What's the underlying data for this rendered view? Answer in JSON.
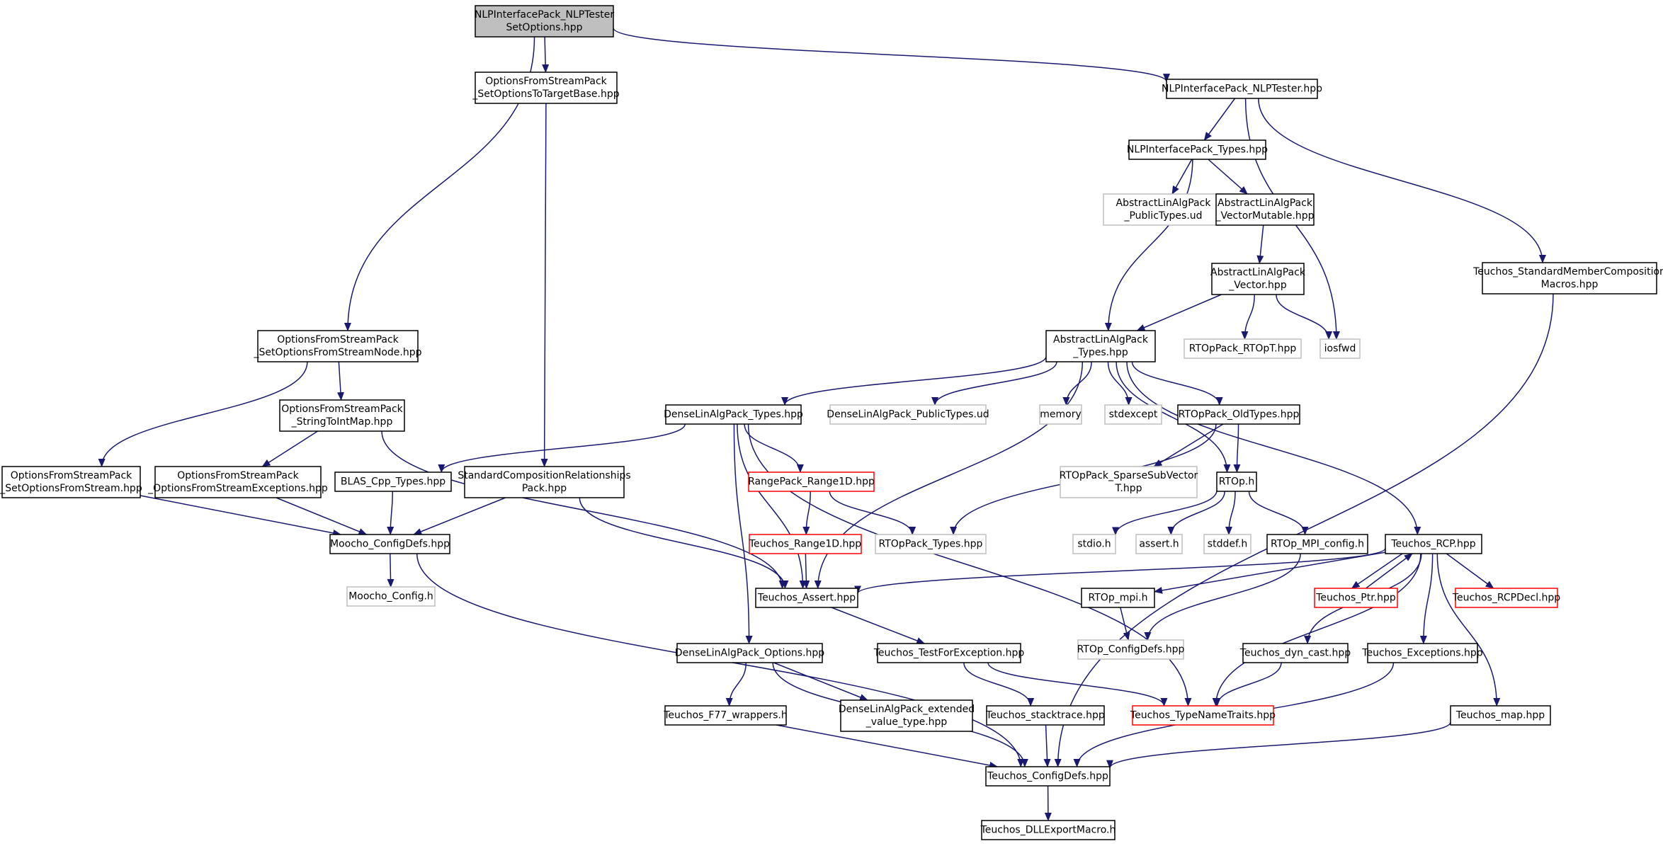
{
  "diagram": {
    "nodes": [
      {
        "id": "root",
        "lines": [
          "NLPInterfacePack_NLPTester",
          "SetOptions.hpp"
        ],
        "style": "root"
      },
      {
        "id": "ofsp_target",
        "lines": [
          "OptionsFromStreamPack",
          "_SetOptionsToTargetBase.hpp"
        ],
        "style": "normal"
      },
      {
        "id": "nlptester",
        "lines": [
          "NLPInterfacePack_NLPTester.hpp"
        ],
        "style": "normal"
      },
      {
        "id": "nlp_types",
        "lines": [
          "NLPInterfacePack_Types.hpp"
        ],
        "style": "normal"
      },
      {
        "id": "ala_public_ud",
        "lines": [
          "AbstractLinAlgPack",
          "_PublicTypes.ud"
        ],
        "style": "missing"
      },
      {
        "id": "ala_vecmut",
        "lines": [
          "AbstractLinAlgPack",
          "_VectorMutable.hpp"
        ],
        "style": "normal"
      },
      {
        "id": "ala_vector",
        "lines": [
          "AbstractLinAlgPack",
          "_Vector.hpp"
        ],
        "style": "normal"
      },
      {
        "id": "teuchos_smc",
        "lines": [
          "Teuchos_StandardMemberComposition",
          "Macros.hpp"
        ],
        "style": "normal"
      },
      {
        "id": "ofsp_node",
        "lines": [
          "OptionsFromStreamPack",
          "_SetOptionsFromStreamNode.hpp"
        ],
        "style": "normal"
      },
      {
        "id": "ala_types",
        "lines": [
          "AbstractLinAlgPack",
          "_Types.hpp"
        ],
        "style": "normal"
      },
      {
        "id": "rtop_rtopt",
        "lines": [
          "RTOpPack_RTOpT.hpp"
        ],
        "style": "missing"
      },
      {
        "id": "iosfwd",
        "lines": [
          "iosfwd"
        ],
        "style": "missing"
      },
      {
        "id": "ofsp_s2i",
        "lines": [
          "OptionsFromStreamPack",
          "_StringToIntMap.hpp"
        ],
        "style": "normal"
      },
      {
        "id": "dla_types",
        "lines": [
          "DenseLinAlgPack_Types.hpp"
        ],
        "style": "normal"
      },
      {
        "id": "dla_public_ud",
        "lines": [
          "DenseLinAlgPack_PublicTypes.ud"
        ],
        "style": "missing"
      },
      {
        "id": "memory",
        "lines": [
          "memory"
        ],
        "style": "missing"
      },
      {
        "id": "stdexcept",
        "lines": [
          "stdexcept"
        ],
        "style": "missing"
      },
      {
        "id": "rtop_oldtypes",
        "lines": [
          "RTOpPack_OldTypes.hpp"
        ],
        "style": "normal"
      },
      {
        "id": "ofsp_stream",
        "lines": [
          "OptionsFromStreamPack",
          "_SetOptionsFromStream.hpp"
        ],
        "style": "normal"
      },
      {
        "id": "ofsp_exc",
        "lines": [
          "OptionsFromStreamPack",
          "_OptionsFromStreamExceptions.hpp"
        ],
        "style": "normal"
      },
      {
        "id": "blas_cpp",
        "lines": [
          "BLAS_Cpp_Types.hpp"
        ],
        "style": "normal"
      },
      {
        "id": "scr_pack",
        "lines": [
          "StandardCompositionRelationships",
          "Pack.hpp"
        ],
        "style": "normal"
      },
      {
        "id": "range1d",
        "lines": [
          "RangePack_Range1D.hpp"
        ],
        "style": "truncated"
      },
      {
        "id": "rtop_sparse",
        "lines": [
          "RTOpPack_SparseSubVector",
          "T.hpp"
        ],
        "style": "missing"
      },
      {
        "id": "rtop_h",
        "lines": [
          "RTOp.h"
        ],
        "style": "normal"
      },
      {
        "id": "moocho_cfg",
        "lines": [
          "Moocho_ConfigDefs.hpp"
        ],
        "style": "normal"
      },
      {
        "id": "teuchos_range1d",
        "lines": [
          "Teuchos_Range1D.hpp"
        ],
        "style": "truncated"
      },
      {
        "id": "rtoppack_types",
        "lines": [
          "RTOpPack_Types.hpp"
        ],
        "style": "missing"
      },
      {
        "id": "stdio",
        "lines": [
          "stdio.h"
        ],
        "style": "missing"
      },
      {
        "id": "assert_h",
        "lines": [
          "assert.h"
        ],
        "style": "missing"
      },
      {
        "id": "stddef",
        "lines": [
          "stddef.h"
        ],
        "style": "missing"
      },
      {
        "id": "rtop_mpi_cfg",
        "lines": [
          "RTOp_MPI_config.h"
        ],
        "style": "normal"
      },
      {
        "id": "teuchos_rcp",
        "lines": [
          "Teuchos_RCP.hpp"
        ],
        "style": "normal"
      },
      {
        "id": "moocho_config_h",
        "lines": [
          "Moocho_Config.h"
        ],
        "style": "missing"
      },
      {
        "id": "teuchos_assert",
        "lines": [
          "Teuchos_Assert.hpp"
        ],
        "style": "normal"
      },
      {
        "id": "rtop_mpi_h",
        "lines": [
          "RTOp_mpi.h"
        ],
        "style": "normal"
      },
      {
        "id": "teuchos_ptr",
        "lines": [
          "Teuchos_Ptr.hpp"
        ],
        "style": "truncated"
      },
      {
        "id": "teuchos_rcpdecl",
        "lines": [
          "Teuchos_RCPDecl.hpp"
        ],
        "style": "truncated"
      },
      {
        "id": "rtop_cfgdefs",
        "lines": [
          "RTOp_ConfigDefs.hpp"
        ],
        "style": "missing"
      },
      {
        "id": "dla_options",
        "lines": [
          "DenseLinAlgPack_Options.hpp"
        ],
        "style": "normal"
      },
      {
        "id": "teuchos_tfe",
        "lines": [
          "Teuchos_TestForException.hpp"
        ],
        "style": "normal"
      },
      {
        "id": "teuchos_dyncast",
        "lines": [
          "Teuchos_dyn_cast.hpp"
        ],
        "style": "normal"
      },
      {
        "id": "teuchos_exc",
        "lines": [
          "Teuchos_Exceptions.hpp"
        ],
        "style": "normal"
      },
      {
        "id": "teuchos_f77",
        "lines": [
          "Teuchos_F77_wrappers.h"
        ],
        "style": "normal"
      },
      {
        "id": "dla_extvt",
        "lines": [
          "DenseLinAlgPack_extended",
          "_value_type.hpp"
        ],
        "style": "normal"
      },
      {
        "id": "teuchos_stacktrace",
        "lines": [
          "Teuchos_stacktrace.hpp"
        ],
        "style": "normal"
      },
      {
        "id": "teuchos_typename",
        "lines": [
          "Teuchos_TypeNameTraits.hpp"
        ],
        "style": "truncated"
      },
      {
        "id": "teuchos_map",
        "lines": [
          "Teuchos_map.hpp"
        ],
        "style": "normal"
      },
      {
        "id": "teuchos_cfgdefs",
        "lines": [
          "Teuchos_ConfigDefs.hpp"
        ],
        "style": "normal"
      },
      {
        "id": "teuchos_dll",
        "lines": [
          "Teuchos_DLLExportMacro.h"
        ],
        "style": "normal"
      }
    ],
    "edges": [
      [
        "root",
        "ofsp_target"
      ],
      [
        "root",
        "nlptester"
      ],
      [
        "root",
        "ofsp_node"
      ],
      [
        "ofsp_target",
        "scr_pack"
      ],
      [
        "nlptester",
        "nlp_types"
      ],
      [
        "nlptester",
        "iosfwd"
      ],
      [
        "nlptester",
        "teuchos_smc"
      ],
      [
        "nlp_types",
        "ala_public_ud"
      ],
      [
        "nlp_types",
        "ala_vecmut"
      ],
      [
        "nlp_types",
        "ala_types"
      ],
      [
        "ala_vecmut",
        "ala_vector"
      ],
      [
        "ala_vector",
        "ala_types"
      ],
      [
        "ala_vector",
        "rtop_rtopt"
      ],
      [
        "ala_vector",
        "iosfwd"
      ],
      [
        "teuchos_smc",
        "teuchos_cfgdefs"
      ],
      [
        "ofsp_node",
        "ofsp_s2i"
      ],
      [
        "ofsp_node",
        "ofsp_stream"
      ],
      [
        "ofsp_s2i",
        "ofsp_exc"
      ],
      [
        "ofsp_s2i",
        "teuchos_assert"
      ],
      [
        "ofsp_stream",
        "moocho_cfg"
      ],
      [
        "ofsp_exc",
        "moocho_cfg"
      ],
      [
        "ala_types",
        "dla_types"
      ],
      [
        "ala_types",
        "dla_public_ud"
      ],
      [
        "ala_types",
        "memory"
      ],
      [
        "ala_types",
        "stdexcept"
      ],
      [
        "ala_types",
        "rtop_oldtypes"
      ],
      [
        "ala_types",
        "rtop_h"
      ],
      [
        "ala_types",
        "teuchos_rcp"
      ],
      [
        "ala_types",
        "teuchos_assert"
      ],
      [
        "dla_types",
        "blas_cpp"
      ],
      [
        "dla_types",
        "range1d"
      ],
      [
        "dla_types",
        "teuchos_assert"
      ],
      [
        "dla_types",
        "dla_options"
      ],
      [
        "dla_types",
        "teuchos_typename"
      ],
      [
        "rtop_oldtypes",
        "rtop_sparse"
      ],
      [
        "rtop_oldtypes",
        "rtoppack_types"
      ],
      [
        "rtop_oldtypes",
        "rtop_h"
      ],
      [
        "blas_cpp",
        "moocho_cfg"
      ],
      [
        "scr_pack",
        "moocho_cfg"
      ],
      [
        "scr_pack",
        "teuchos_assert"
      ],
      [
        "range1d",
        "teuchos_range1d"
      ],
      [
        "range1d",
        "rtoppack_types"
      ],
      [
        "teuchos_range1d",
        "teuchos_assert"
      ],
      [
        "rtop_h",
        "stdio"
      ],
      [
        "rtop_h",
        "assert_h"
      ],
      [
        "rtop_h",
        "stddef"
      ],
      [
        "rtop_h",
        "rtop_mpi_cfg"
      ],
      [
        "rtop_mpi_cfg",
        "rtop_cfgdefs"
      ],
      [
        "moocho_cfg",
        "moocho_config_h"
      ],
      [
        "moocho_cfg",
        "teuchos_cfgdefs"
      ],
      [
        "teuchos_rcp",
        "teuchos_assert"
      ],
      [
        "teuchos_rcp",
        "rtop_mpi_h"
      ],
      [
        "teuchos_rcp",
        "teuchos_ptr"
      ],
      [
        "teuchos_rcp",
        "teuchos_rcpdecl"
      ],
      [
        "teuchos_rcp",
        "teuchos_typename"
      ],
      [
        "teuchos_rcp",
        "teuchos_dyncast"
      ],
      [
        "teuchos_rcp",
        "teuchos_exc"
      ],
      [
        "teuchos_rcp",
        "teuchos_map"
      ],
      [
        "teuchos_ptr",
        "teuchos_rcp"
      ],
      [
        "teuchos_assert",
        "teuchos_tfe"
      ],
      [
        "rtop_mpi_h",
        "rtop_cfgdefs"
      ],
      [
        "dla_options",
        "teuchos_f77"
      ],
      [
        "dla_options",
        "dla_extvt"
      ],
      [
        "dla_options",
        "teuchos_cfgdefs"
      ],
      [
        "teuchos_tfe",
        "teuchos_stacktrace"
      ],
      [
        "teuchos_tfe",
        "teuchos_typename"
      ],
      [
        "teuchos_dyncast",
        "teuchos_typename"
      ],
      [
        "teuchos_exc",
        "teuchos_cfgdefs"
      ],
      [
        "teuchos_f77",
        "teuchos_cfgdefs"
      ],
      [
        "teuchos_stacktrace",
        "teuchos_cfgdefs"
      ],
      [
        "teuchos_map",
        "teuchos_cfgdefs"
      ],
      [
        "teuchos_cfgdefs",
        "teuchos_dll"
      ]
    ]
  }
}
